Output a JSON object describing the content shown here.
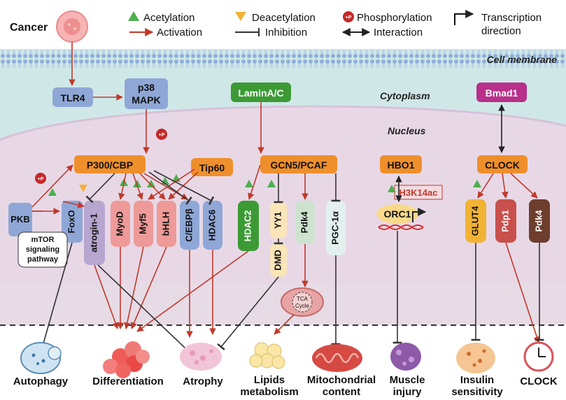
{
  "legend": {
    "acetylation": "Acetylation",
    "deacetylation": "Deacetylation",
    "phosphorylation": "Phosphorylation",
    "phospho_symbol": "+P",
    "transcription_line1": "Transcription",
    "transcription_line2": "direction",
    "activation": "Activation",
    "inhibition": "Inhibition",
    "interaction": "Interaction"
  },
  "compartments": {
    "cancer": "Cancer",
    "cell_membrane": "Cell membrane",
    "cytoplasm": "Cytoplasm",
    "nucleus": "Nucleus"
  },
  "nodes": {
    "tlr4": "TLR4",
    "p38_line1": "p38",
    "p38_line2": "MAPK",
    "lamin": "LaminA/C",
    "bmad1": "Bmad1",
    "p300": "P300/CBP",
    "tip60": "Tip60",
    "gcn5": "GCN5/PCAF",
    "hbo1": "HBO1",
    "clock": "CLOCK",
    "h3k14ac": "H3K14ac",
    "orc1": "ORC1",
    "pkb": "PKB",
    "foxo": "FoxO",
    "mtor_line1": "mTOR",
    "mtor_line2": "signaling",
    "mtor_line3": "pathway",
    "atrogin": "atrogin-1",
    "myod": "MyoD",
    "myf5": "Myf5",
    "bhlh": "bHLH",
    "cebpb": "C/EBPβ",
    "hdac6": "HDAC6",
    "hdac2": "HDAC2",
    "yy1": "YY1",
    "dmd": "DMD",
    "pdk4_mid": "Pdk4",
    "pgc1a": "PGC-1α",
    "glut4": "GLUT4",
    "pdp1": "Pdp1",
    "pdk4_right": "Pdk4",
    "tca_line1": "TCA",
    "tca_line2": "Cycle"
  },
  "outcomes": {
    "autophagy": "Autophagy",
    "differentiation": "Differentiation",
    "atrophy": "Atrophy",
    "lipids_line1": "Lipids",
    "lipids_line2": "metabolism",
    "mito_line1": "Mitochondrial",
    "mito_line2": "content",
    "muscle_line1": "Muscle",
    "muscle_line2": "injury",
    "insulin_line1": "Insulin",
    "insulin_line2": "sensitivity",
    "clock": "CLOCK"
  },
  "colors": {
    "activation_arrow": "#c0392b",
    "acetylation": "#4caf50",
    "deacetylation": "#f2b233",
    "phosphorylation": "#c62828",
    "orange_node": "#ef8f2b",
    "blue_node": "#8fa7d6",
    "green_node": "#3c9a35",
    "magenta_node": "#b8308a",
    "pink_node": "#ee9a98",
    "purple_node": "#b7a6cf",
    "membrane": "#a8c3e6",
    "cytoplasm": "#cfe8e7",
    "nucleus": "#e8d8e6"
  }
}
